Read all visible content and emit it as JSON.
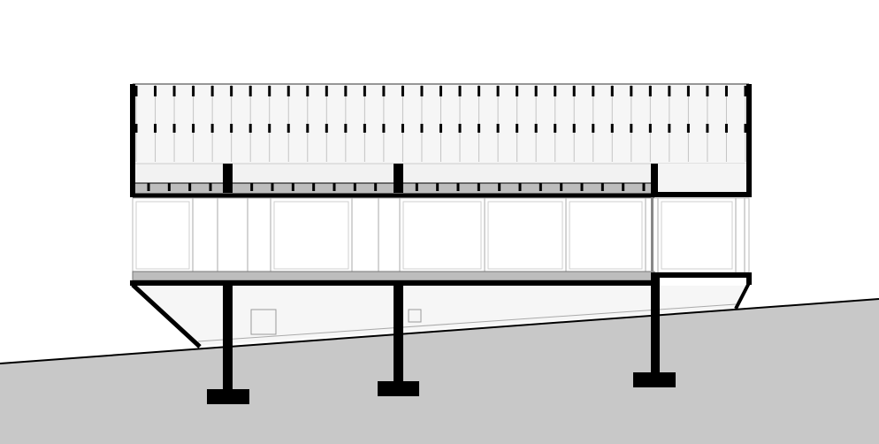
{
  "drawing": {
    "kind": "architectural-section",
    "colors": {
      "background": "#ffffff",
      "ground": "#c8c8c8",
      "structure": "#000000",
      "panel": "#f4f4f4",
      "slab": "#bdbdbd",
      "thin_line": "#9a9a9a"
    },
    "roof_rafters": 33,
    "piers": 3,
    "text": []
  }
}
